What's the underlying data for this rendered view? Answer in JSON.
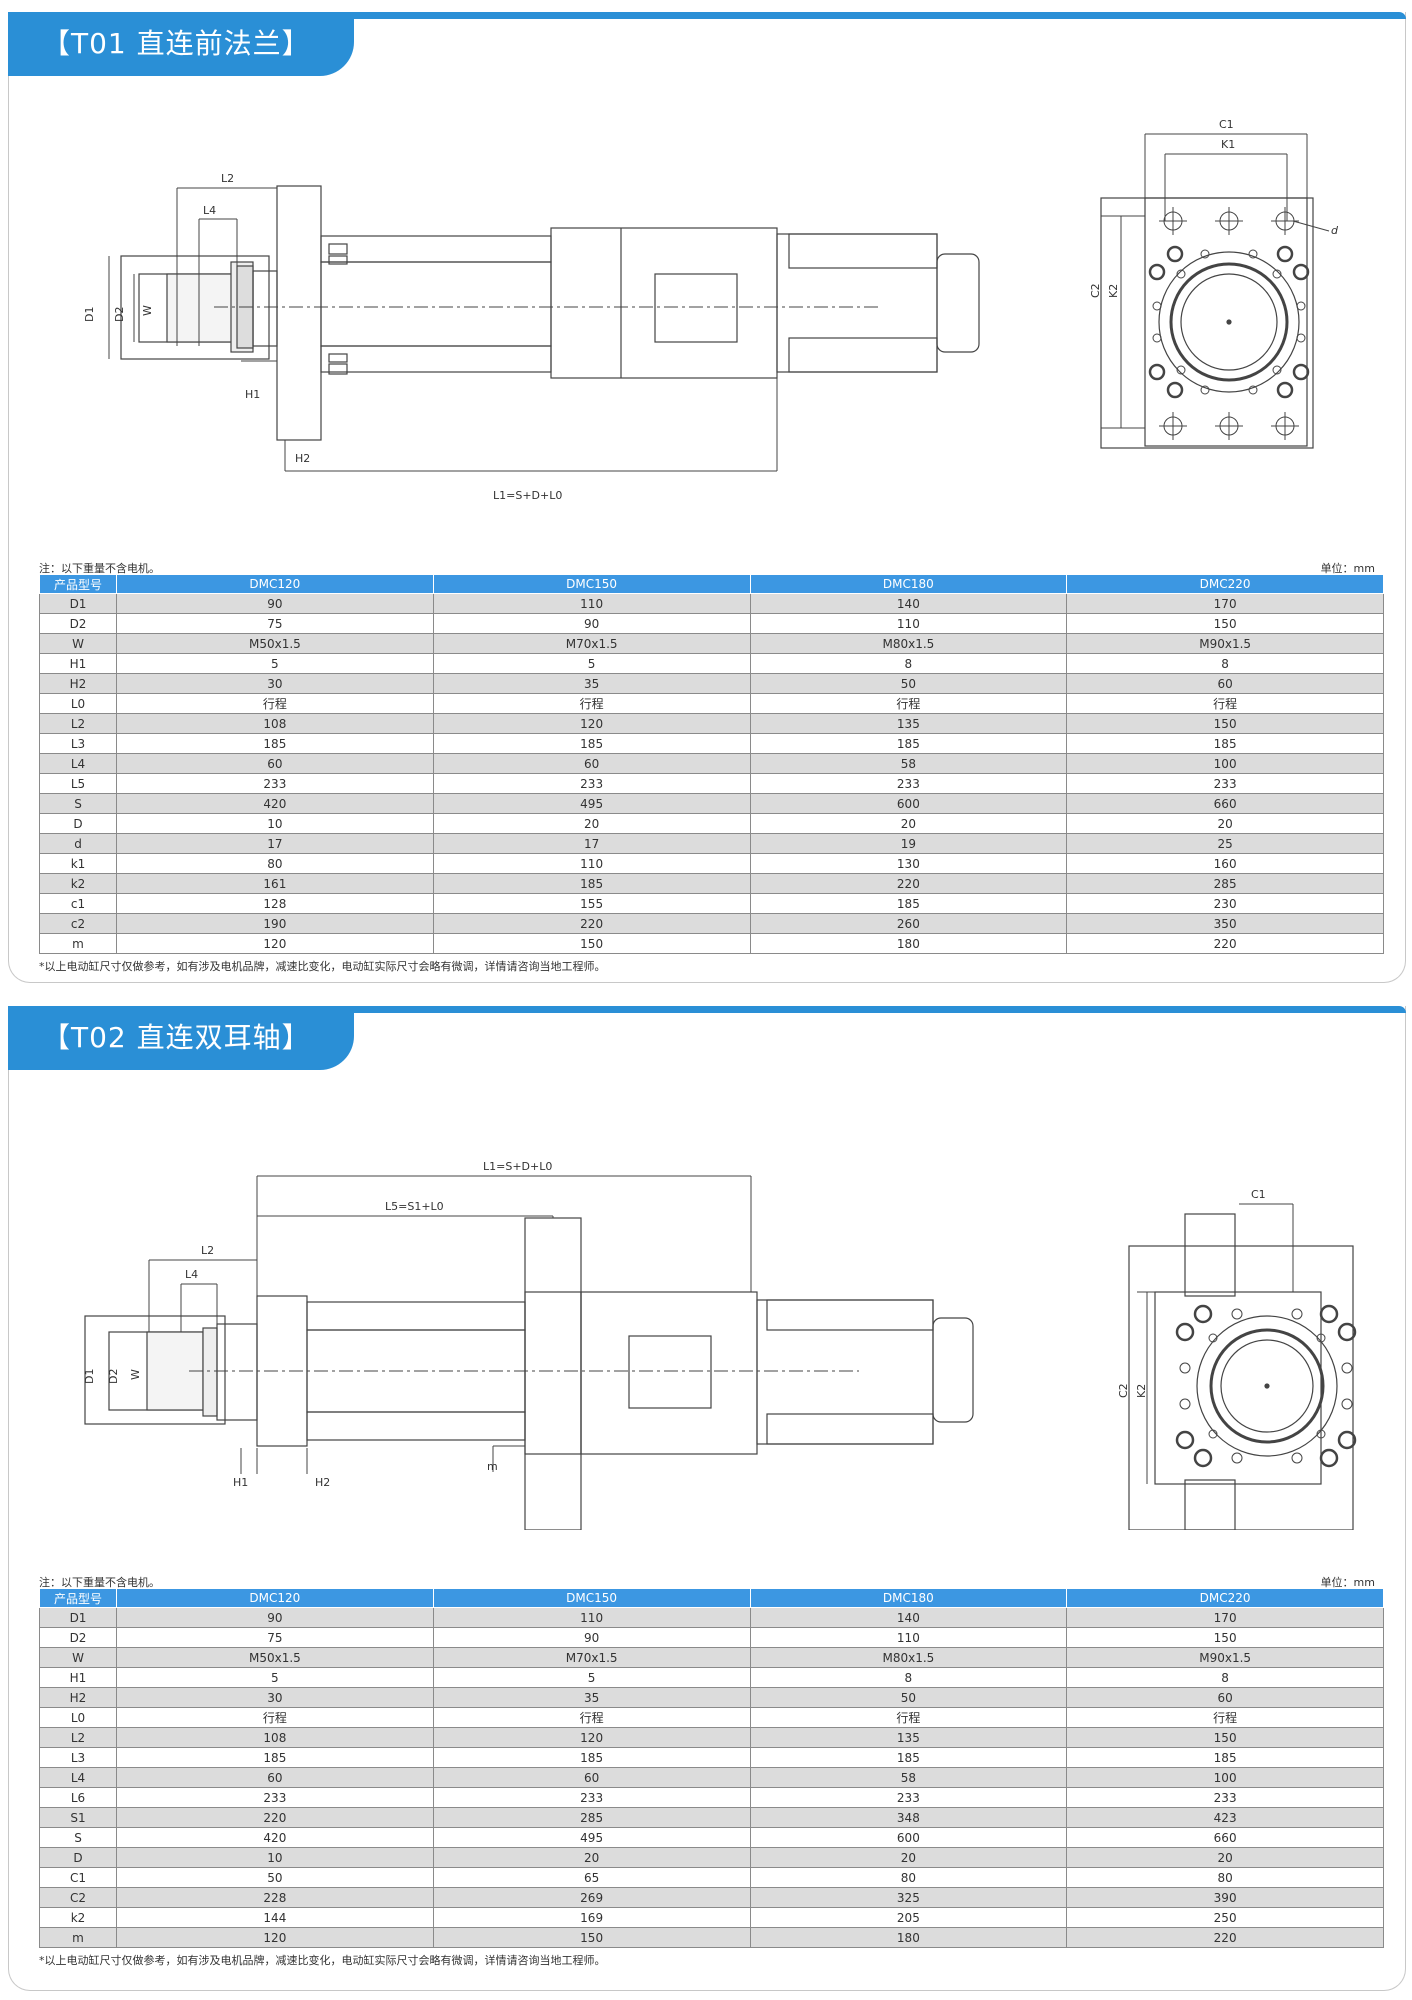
{
  "sections": [
    {
      "tab_title": "【T01  直连前法兰】",
      "note": "注：以下重量不含电机。",
      "unit": "单位：mm",
      "footnote": "*以上电动缸尺寸仅做参考，如有涉及电机品牌，减速比变化，电动缸实际尺寸会略有微调，详情请咨询当地工程师。",
      "drawing_labels": {
        "L2": "L2",
        "L4": "L4",
        "D1": "D1",
        "D2": "D2",
        "W": "W",
        "H1": "H1",
        "H2": "H2",
        "L1": "L1=S+D+L0",
        "C1": "C1",
        "K1": "K1",
        "C2": "C2",
        "K2": "K2",
        "d": "d"
      },
      "table": {
        "headers": [
          "产品型号",
          "DMC120",
          "DMC150",
          "DMC180",
          "DMC220"
        ],
        "rows": [
          [
            "D1",
            "90",
            "110",
            "140",
            "170"
          ],
          [
            "D2",
            "75",
            "90",
            "110",
            "150"
          ],
          [
            "W",
            "M50x1.5",
            "M70x1.5",
            "M80x1.5",
            "M90x1.5"
          ],
          [
            "H1",
            "5",
            "5",
            "8",
            "8"
          ],
          [
            "H2",
            "30",
            "35",
            "50",
            "60"
          ],
          [
            "L0",
            "行程",
            "行程",
            "行程",
            "行程"
          ],
          [
            "L2",
            "108",
            "120",
            "135",
            "150"
          ],
          [
            "L3",
            "185",
            "185",
            "185",
            "185"
          ],
          [
            "L4",
            "60",
            "60",
            "58",
            "100"
          ],
          [
            "L5",
            "233",
            "233",
            "233",
            "233"
          ],
          [
            "S",
            "420",
            "495",
            "600",
            "660"
          ],
          [
            "D",
            "10",
            "20",
            "20",
            "20"
          ],
          [
            "d",
            "17",
            "17",
            "19",
            "25"
          ],
          [
            "k1",
            "80",
            "110",
            "130",
            "160"
          ],
          [
            "k2",
            "161",
            "185",
            "220",
            "285"
          ],
          [
            "c1",
            "128",
            "155",
            "185",
            "230"
          ],
          [
            "c2",
            "190",
            "220",
            "260",
            "350"
          ],
          [
            "m",
            "120",
            "150",
            "180",
            "220"
          ]
        ]
      }
    },
    {
      "tab_title": "【T02  直连双耳轴】",
      "note": "注：以下重量不含电机。",
      "unit": "单位：mm",
      "footnote": "*以上电动缸尺寸仅做参考，如有涉及电机品牌，减速比变化，电动缸实际尺寸会略有微调，详情请咨询当地工程师。",
      "drawing_labels": {
        "L1": "L1=S+D+L0",
        "L5": "L5=S1+L0",
        "L2": "L2",
        "L4": "L4",
        "D1": "D1",
        "D2": "D2",
        "W": "W",
        "H1": "H1",
        "H2": "H2",
        "m": "m",
        "C1": "C1",
        "C2": "C2",
        "K2": "K2"
      },
      "table": {
        "headers": [
          "产品型号",
          "DMC120",
          "DMC150",
          "DMC180",
          "DMC220"
        ],
        "rows": [
          [
            "D1",
            "90",
            "110",
            "140",
            "170"
          ],
          [
            "D2",
            "75",
            "90",
            "110",
            "150"
          ],
          [
            "W",
            "M50x1.5",
            "M70x1.5",
            "M80x1.5",
            "M90x1.5"
          ],
          [
            "H1",
            "5",
            "5",
            "8",
            "8"
          ],
          [
            "H2",
            "30",
            "35",
            "50",
            "60"
          ],
          [
            "L0",
            "行程",
            "行程",
            "行程",
            "行程"
          ],
          [
            "L2",
            "108",
            "120",
            "135",
            "150"
          ],
          [
            "L3",
            "185",
            "185",
            "185",
            "185"
          ],
          [
            "L4",
            "60",
            "60",
            "58",
            "100"
          ],
          [
            "L6",
            "233",
            "233",
            "233",
            "233"
          ],
          [
            "S1",
            "220",
            "285",
            "348",
            "423"
          ],
          [
            "S",
            "420",
            "495",
            "600",
            "660"
          ],
          [
            "D",
            "10",
            "20",
            "20",
            "20"
          ],
          [
            "C1",
            "50",
            "65",
            "80",
            "80"
          ],
          [
            "C2",
            "228",
            "269",
            "325",
            "390"
          ],
          [
            "k2",
            "144",
            "169",
            "205",
            "250"
          ],
          [
            "m",
            "120",
            "150",
            "180",
            "220"
          ]
        ]
      }
    }
  ]
}
